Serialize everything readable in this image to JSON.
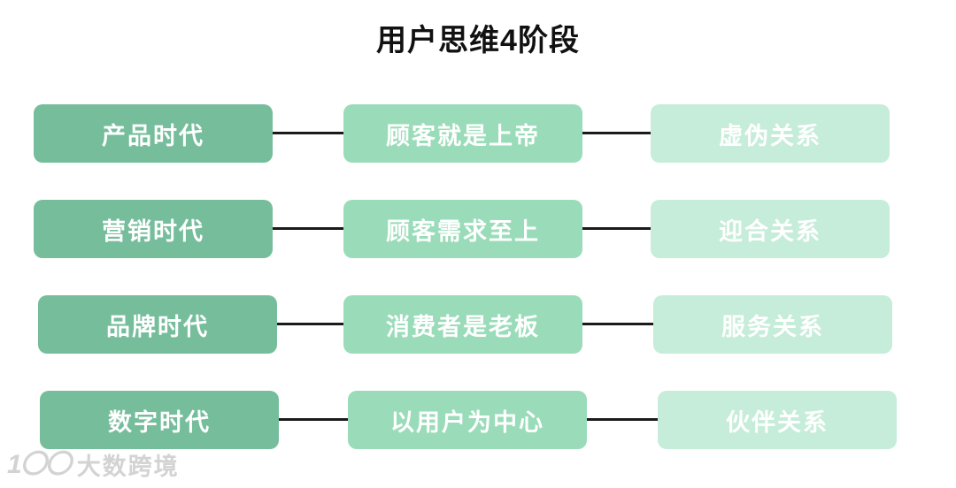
{
  "title": "用户思维4阶段",
  "rows": [
    {
      "stage": "产品时代",
      "principle": "顾客就是上帝",
      "relationship": "虚伪关系"
    },
    {
      "stage": "营销时代",
      "principle": "顾客需求至上",
      "relationship": "迎合关系"
    },
    {
      "stage": "品牌时代",
      "principle": "消费者是老板",
      "relationship": "服务关系"
    },
    {
      "stage": "数字时代",
      "principle": "以用户为中心",
      "relationship": "伙伴关系"
    }
  ],
  "colors": {
    "stage_box": "#76bd9c",
    "principle_box": "#9adcb9",
    "relationship_box": "#c6edd9",
    "connector": "#1a1a1a",
    "box_text": "#ffffff",
    "title_text": "#111111",
    "watermark_text": "#d3d3d3"
  },
  "watermark": {
    "logo": "1〇〇",
    "text": "大数跨境"
  }
}
